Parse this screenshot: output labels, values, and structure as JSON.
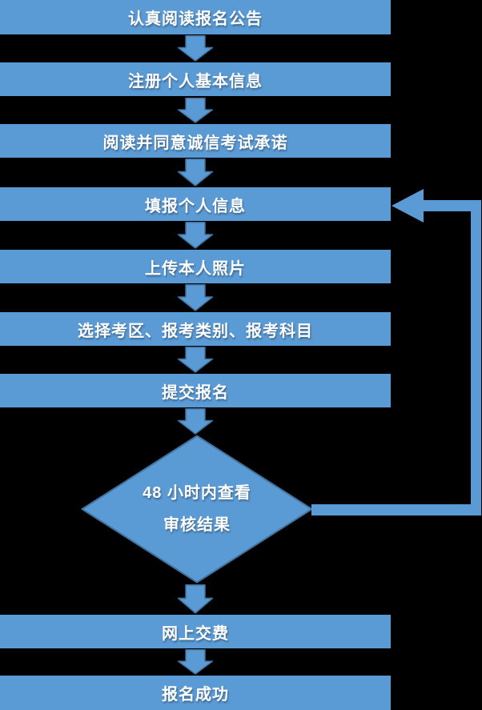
{
  "flow": {
    "steps": [
      "认真阅读报名公告",
      "注册个人基本信息",
      "阅读并同意诚信考试承诺",
      "填报个人信息",
      "上传本人照片",
      "选择考区、报考类别、报考科目",
      "提交报名",
      "网上交费",
      "报名成功"
    ],
    "decision": {
      "line1": "48 小时内查看",
      "line2": "审核结果"
    }
  },
  "colors": {
    "node_fill": "#5b9bd5",
    "shape_border": "#41719c",
    "text": "#ffffff",
    "background": "#000000"
  }
}
